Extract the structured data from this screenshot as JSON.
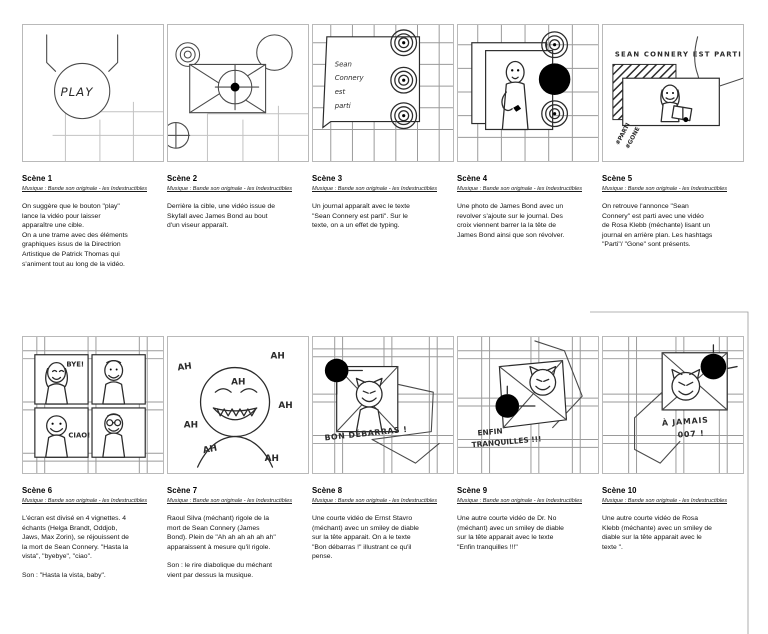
{
  "document": {
    "type": "storyboard",
    "language": "fr",
    "rows": 2,
    "columns": 5,
    "total_scenes": 10
  },
  "scenes": [
    {
      "id": "scene-1",
      "title": "Scène 1",
      "music": "Musique : Bande son originale - les Indestructibles",
      "description": "On suggère que le bouton \"play\"\nlance la vidéo pour laisser\napparaître une cible.\nOn a une trame avec des éléments\ngraphiques issus de la Directrion\nArtistique de Patrick Thomas qui\ns'animent tout au long de la vidéo.",
      "sound": "",
      "sketch_label": "PLAY",
      "sketch_elements": "play-button-circle, grid-lines, bracket-arms"
    },
    {
      "id": "scene-2",
      "title": "Scène 2",
      "music": "Musique : Bande son originale - les Indestructibles",
      "description": "Derrière la cible, une vidéo issue de\nSkyfall avec James Bond au bout\nd'un viseur apparaît.",
      "sound": "",
      "sketch_label": "",
      "sketch_elements": "target-circles, crosshair-frame, black-dot, grid-lines"
    },
    {
      "id": "scene-3",
      "title": "Scène 3",
      "music": "Musique : Bande son originale - les Indestructibles",
      "description": "Un journal apparaît avec le texte\n\"Sean Connery est parti\". Sur le\ntexte, on a un effet de typing.",
      "sound": "",
      "sketch_label": "Sean\nConnery\nest\nparti",
      "sketch_elements": "newspaper-sheet, concentric-targets, grid-lines"
    },
    {
      "id": "scene-4",
      "title": "Scène 4",
      "music": "Musique : Bande son originale - les Indestructibles",
      "description": "Une photo de James Bond avec un\nrevolver s'ajoute sur le journal. Des\ncroix viennent barrer la la tête de\nJames Bond ainsi que son révolver.",
      "sound": "",
      "sketch_label": "",
      "sketch_elements": "photo-frame, character-with-revolver, black-dot, concentric-targets"
    },
    {
      "id": "scene-5",
      "title": "Scène 5",
      "music": "Musique : Bande son originale - les Indestructibles",
      "description": "On retrouve l'annonce \"Sean\nConnery\" est parti avec une vidéo\nde Rosa Klebb (méchante) lisant un\njournal en arrière plan. Les hashtags\n\"Parti\"/ \"Gone\" sont présents.",
      "sound": "",
      "sketch_label": "SEAN CONNERY EST PARTI",
      "sketch_hashtags": "#PARTI\n#GONE",
      "sketch_elements": "headline-text, hatched-card, video-card, reading-character, hashtags"
    },
    {
      "id": "scene-6",
      "title": "Scène 6",
      "music": "Musique : Bande son originale - les Indestructibles",
      "description": "L'écran est divisé en 4 vignettes. 4\néchants (Helga Brandt, Oddjob,\nJaws, Max Zorin), se réjouissent de\nla mort de Sean Connery. \"Hasta la\nvista\", \"byebye\", \"ciao\".",
      "sound": "Son  : \"Hasta la vista, baby\".",
      "sketch_label": "BYE! / CIAO!",
      "sketch_elements": "four-vignettes, stick-figures, grid-lines"
    },
    {
      "id": "scene-7",
      "title": "Scène 7",
      "music": "Musique : Bande son originale - les Indestructibles",
      "description": "Raoul Silva (méchant) rigole de la\nmort de Sean Connery (James\nBond). Plein de \"Ah ah ah ah ah ah\"\napparaissent à mesure qu'il rigole.",
      "sound": "Son : le rire diabolique du méchant\nvient par dessus la musique.",
      "sketch_label": "AH",
      "sketch_elements": "laughing-face, sharp-teeth, ah-texts"
    },
    {
      "id": "scene-8",
      "title": "Scène 8",
      "music": "Musique : Bande son originale - les Indestructibles",
      "description": "Une courte vidéo de Ernst Stavro\n(méchant) avec un smiley de diable\nsur la tête apparait. On a le texte\n\"Bon débarras !\" illustrant ce qu'il\npense.",
      "sound": "",
      "sketch_label": "BON DÉBARRAS !",
      "sketch_elements": "devil-smiley, video-frame, black-dot, grid-lines"
    },
    {
      "id": "scene-9",
      "title": "Scène 9",
      "music": "Musique : Bande son originale - les Indestructibles",
      "description": "Une autre courte vidéo de Dr. No\n(méchant) avec un smiley de diable\nsur la tête apparait avec le texte\n\"Enfin tranquilles !!!\"",
      "sound": "",
      "sketch_label": "ENFIN TRANQUILLES !!!",
      "sketch_elements": "devil-smiley, tilted-video-frame, black-dot, grid-lines"
    },
    {
      "id": "scene-10",
      "title": "Scène 10",
      "music": "Musique : Bande son originale - les Indestructibles",
      "description": "Une autre courte vidéo de Rosa\nKlebb (méchante) avec un smiley de\ndiable sur la tête apparait avec le\ntexte \".",
      "sound": "",
      "sketch_label": "À JAMAIS 007 !",
      "sketch_elements": "devil-smiley, video-frame, black-dot, grid-lines"
    }
  ],
  "colors": {
    "background": "#ffffff",
    "ink": "#2b2b2b",
    "grid": "#b9b9b9",
    "blob": "#000000"
  }
}
